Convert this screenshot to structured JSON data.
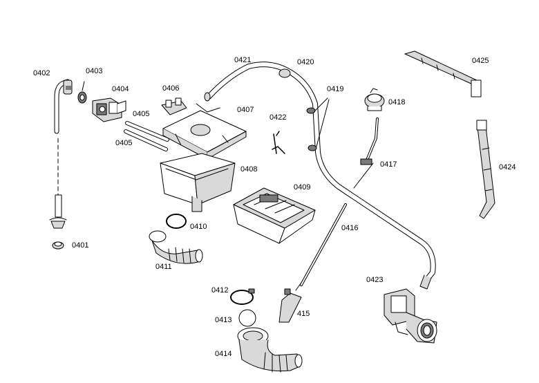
{
  "diagram": {
    "labels": {
      "p0401": "0401",
      "p0402": "0402",
      "p0403": "0403",
      "p0404": "0404",
      "p0405a": "0405",
      "p0405b": "0405",
      "p0406": "0406",
      "p0407": "0407",
      "p0408": "0408",
      "p0409": "0409",
      "p0410": "0410",
      "p0411": "0411",
      "p0412": "0412",
      "p0413": "0413",
      "p0414": "0414",
      "p0415": "415",
      "p0416": "0416",
      "p0417": "0417",
      "p0418": "0418",
      "p0419": "0419",
      "p0420": "0420",
      "p0421": "0421",
      "p0422": "0422",
      "p0423": "0423",
      "p0424": "0424",
      "p0425": "0425"
    },
    "colors": {
      "line": "#000000",
      "fill": "#ffffff",
      "shade": "#d9d9d9",
      "dark": "#7a7a7a"
    }
  }
}
